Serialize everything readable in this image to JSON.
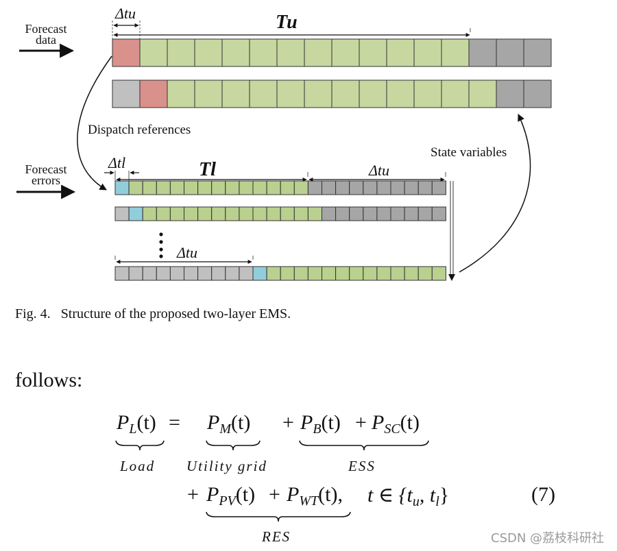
{
  "figure": {
    "colors": {
      "current_upper": "#d9918c",
      "horizon": "#c6d7a0",
      "horizon_lower": "#b9d08e",
      "beyond": "#a6a6a6",
      "past": "#c0c0c0",
      "current_lower": "#92cddc",
      "stroke": "#333333"
    },
    "labels": {
      "forecast_data": [
        "Forecast",
        "data"
      ],
      "forecast_errors": [
        "Forecast",
        "errors"
      ],
      "dispatch_references": "Dispatch references",
      "state_variables": "State variables",
      "delta_tu": "Δtu",
      "delta_tl": "Δtl",
      "T_u": "Tu",
      "T_l": "Tl",
      "delta_tu_lower_right": "Δtu",
      "delta_tu_lower_left": "Δtu"
    },
    "upper_rows": [
      [
        "current_upper",
        "horizon",
        "horizon",
        "horizon",
        "horizon",
        "horizon",
        "horizon",
        "horizon",
        "horizon",
        "horizon",
        "horizon",
        "horizon",
        "horizon",
        "beyond",
        "beyond",
        "beyond"
      ],
      [
        "past",
        "current_upper",
        "horizon",
        "horizon",
        "horizon",
        "horizon",
        "horizon",
        "horizon",
        "horizon",
        "horizon",
        "horizon",
        "horizon",
        "horizon",
        "horizon",
        "beyond",
        "beyond"
      ]
    ],
    "lower_rows": [
      [
        "current_lower",
        "horizon_lower",
        "horizon_lower",
        "horizon_lower",
        "horizon_lower",
        "horizon_lower",
        "horizon_lower",
        "horizon_lower",
        "horizon_lower",
        "horizon_lower",
        "horizon_lower",
        "horizon_lower",
        "horizon_lower",
        "horizon_lower",
        "beyond",
        "beyond",
        "beyond",
        "beyond",
        "beyond",
        "beyond",
        "beyond",
        "beyond",
        "beyond",
        "beyond"
      ],
      [
        "past",
        "current_lower",
        "horizon_lower",
        "horizon_lower",
        "horizon_lower",
        "horizon_lower",
        "horizon_lower",
        "horizon_lower",
        "horizon_lower",
        "horizon_lower",
        "horizon_lower",
        "horizon_lower",
        "horizon_lower",
        "horizon_lower",
        "horizon_lower",
        "beyond",
        "beyond",
        "beyond",
        "beyond",
        "beyond",
        "beyond",
        "beyond",
        "beyond",
        "beyond"
      ],
      [
        "past",
        "past",
        "past",
        "past",
        "past",
        "past",
        "past",
        "past",
        "past",
        "past",
        "current_lower",
        "horizon_lower",
        "horizon_lower",
        "horizon_lower",
        "horizon_lower",
        "horizon_lower",
        "horizon_lower",
        "horizon_lower",
        "horizon_lower",
        "horizon_lower",
        "horizon_lower",
        "horizon_lower",
        "horizon_lower",
        "horizon_lower"
      ]
    ],
    "ellipsis": "⋮"
  },
  "caption": {
    "number": "Fig. 4.",
    "text": "Structure of the proposed two-layer EMS."
  },
  "body_text": "follows:",
  "equation": {
    "line1": {
      "lhs": {
        "symbol": "P",
        "sub": "L",
        "arg": "(t)"
      },
      "eq": "=",
      "t1": {
        "symbol": "P",
        "sub": "M",
        "arg": "(t)"
      },
      "plus1": "+",
      "t2": {
        "symbol": "P",
        "sub": "B",
        "arg": "(t)"
      },
      "plus2": "+",
      "t3": {
        "symbol": "P",
        "sub": "SC",
        "arg": "(t)"
      }
    },
    "line2": {
      "plus": "+",
      "t4": {
        "symbol": "P",
        "sub": "PV",
        "arg": "(t)"
      },
      "plus2": "+",
      "t5": {
        "symbol": "P",
        "sub": "WT",
        "arg": "(t),"
      },
      "domain": "t ∈ {t",
      "domain_sub1": "u",
      "domain_mid": ", t",
      "domain_sub2": "l",
      "domain_end": "}"
    },
    "brace_labels": {
      "load": "Load",
      "utility": "Utility grid",
      "ess": "ESS",
      "res": "RES"
    },
    "number": "(7)"
  },
  "watermark": "CSDN @荔枝科研社"
}
